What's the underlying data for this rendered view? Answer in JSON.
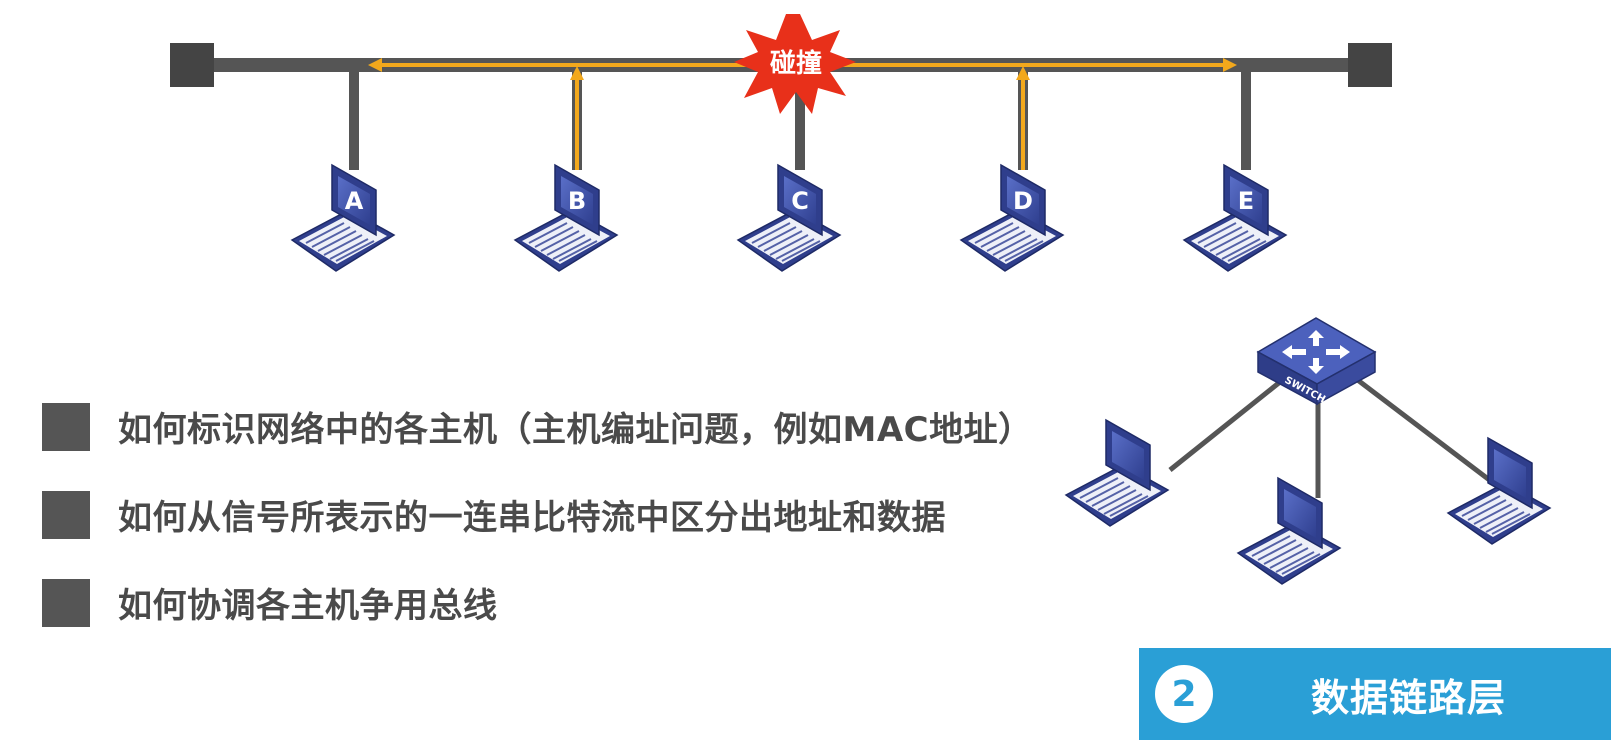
{
  "diagram": {
    "collision_label": "碰撞",
    "hosts": [
      "A",
      "B",
      "C",
      "D",
      "E"
    ],
    "switch_label": "SWITCH"
  },
  "bullets": [
    "如何标识网络中的各主机（主机编址问题，例如MAC地址）",
    "如何从信号所表示的一连串比特流中区分出地址和数据",
    "如何协调各主机争用总线"
  ],
  "layer_banner": {
    "number": "2",
    "title": "数据链路层"
  },
  "colors": {
    "bus": "#555555",
    "signal": "#f2a81c",
    "collision": "#e8301a",
    "laptop": "#3e4fa0",
    "banner": "#2a9fd6"
  }
}
